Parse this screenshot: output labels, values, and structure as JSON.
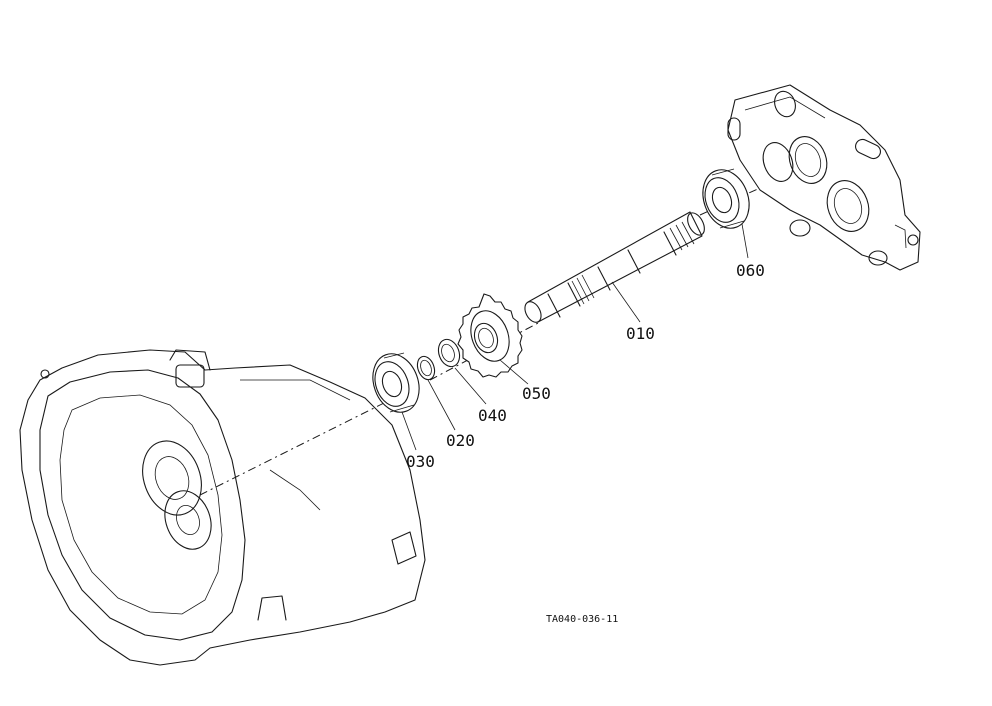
{
  "callouts": {
    "p010": "010",
    "p020": "020",
    "p030": "030",
    "p040": "040",
    "p050": "050",
    "p060": "060"
  },
  "figure_id": "TA040-036-11"
}
